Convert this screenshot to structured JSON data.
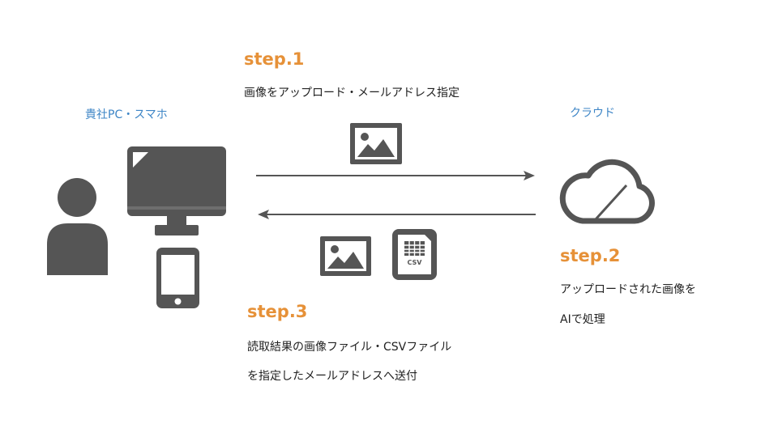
{
  "client": {
    "label": "貴社PC・スマホ"
  },
  "cloud": {
    "label": "クラウド"
  },
  "steps": [
    {
      "title": "step.1",
      "desc_lines": [
        "画像をアップロード・メールアドレス指定"
      ]
    },
    {
      "title": "step.2",
      "desc_lines": [
        "アップロードされた画像を",
        "AIで処理"
      ]
    },
    {
      "title": "step.3",
      "desc_lines": [
        "読取結果の画像ファイル・CSVファイル",
        "を指定したメールアドレスへ送付"
      ]
    }
  ],
  "csv_icon": {
    "text": "CSV"
  },
  "icons": {
    "person": "person-icon",
    "monitor": "monitor-icon",
    "phone": "smartphone-icon",
    "cloud": "cloud-icon",
    "image": "image-icon",
    "csv": "csv-file-icon"
  },
  "colors": {
    "accent": "#e69138",
    "label_blue": "#3d85c6",
    "icon_dark": "#555555",
    "arrow": "#555555"
  }
}
